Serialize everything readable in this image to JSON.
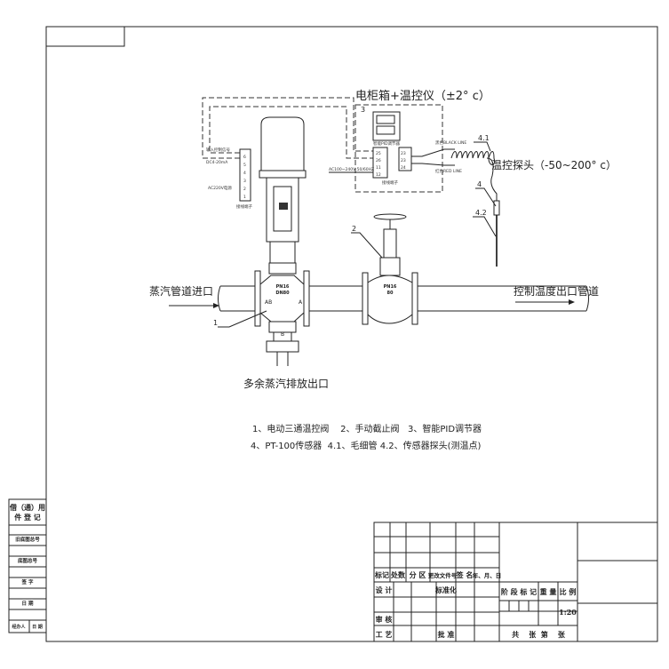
{
  "labels": {
    "control_box": "电柜箱+温控仪（±2° c）",
    "probe": "温控探头（-50~200° c）",
    "inlet": "蒸汽管道进口",
    "outlet": "控制温度出口管道",
    "exhaust": "多余蒸汽排放出口",
    "valve1_port_ab": "AB",
    "valve1_port_a": "A",
    "valve1_port_b": "B",
    "valve1_rating": "PN16",
    "valve1_size": "DN80",
    "valve2_rating": "PN16",
    "valve2_size": "80",
    "callouts": [
      "1",
      "2",
      "3",
      "4",
      "4.1",
      "4.2"
    ],
    "controller_title": "智能PID调节器",
    "terminal_block": "接线端子",
    "input_signal": "输入控制信号",
    "signal_range": "DC4-20mA",
    "power_220": "AC220V电源",
    "power_ac": "AC100~240V 50/60HZ",
    "black_line": "黑色BLACK LINE",
    "red_line": "红色RED LINE",
    "actuator_terminals": [
      "6",
      "5",
      "4",
      "3",
      "2",
      "1"
    ],
    "controller_terminals_left": [
      "25",
      "26",
      "11",
      "12"
    ],
    "controller_terminals_right": [
      "23",
      "23",
      "24"
    ]
  },
  "legend": {
    "line1": "1、电动三通温控阀    2、手动截止阀   3、智能PID调节器",
    "line2": "4、PT-100传感器  4.1、毛细管 4.2、传感器探头(测温点)"
  },
  "left_block": [
    "借（通）用",
    "件 登 记",
    "旧底图总号",
    "底图总号",
    "签  字",
    "日  期",
    "经办人",
    "日  期"
  ],
  "title_block": {
    "headers": [
      "标记",
      "处数",
      "分 区",
      "更改文件号",
      "签 名",
      "年、月、日"
    ],
    "design": "设 计",
    "standardization": "标准化",
    "review": "审 核",
    "process": "工 艺",
    "approve": "批 准",
    "stage_mark": "阶 段 标 记",
    "weight": "重 量",
    "scale_label": "比 例",
    "scale": "1:20",
    "sheets": "共    张  第    张"
  }
}
